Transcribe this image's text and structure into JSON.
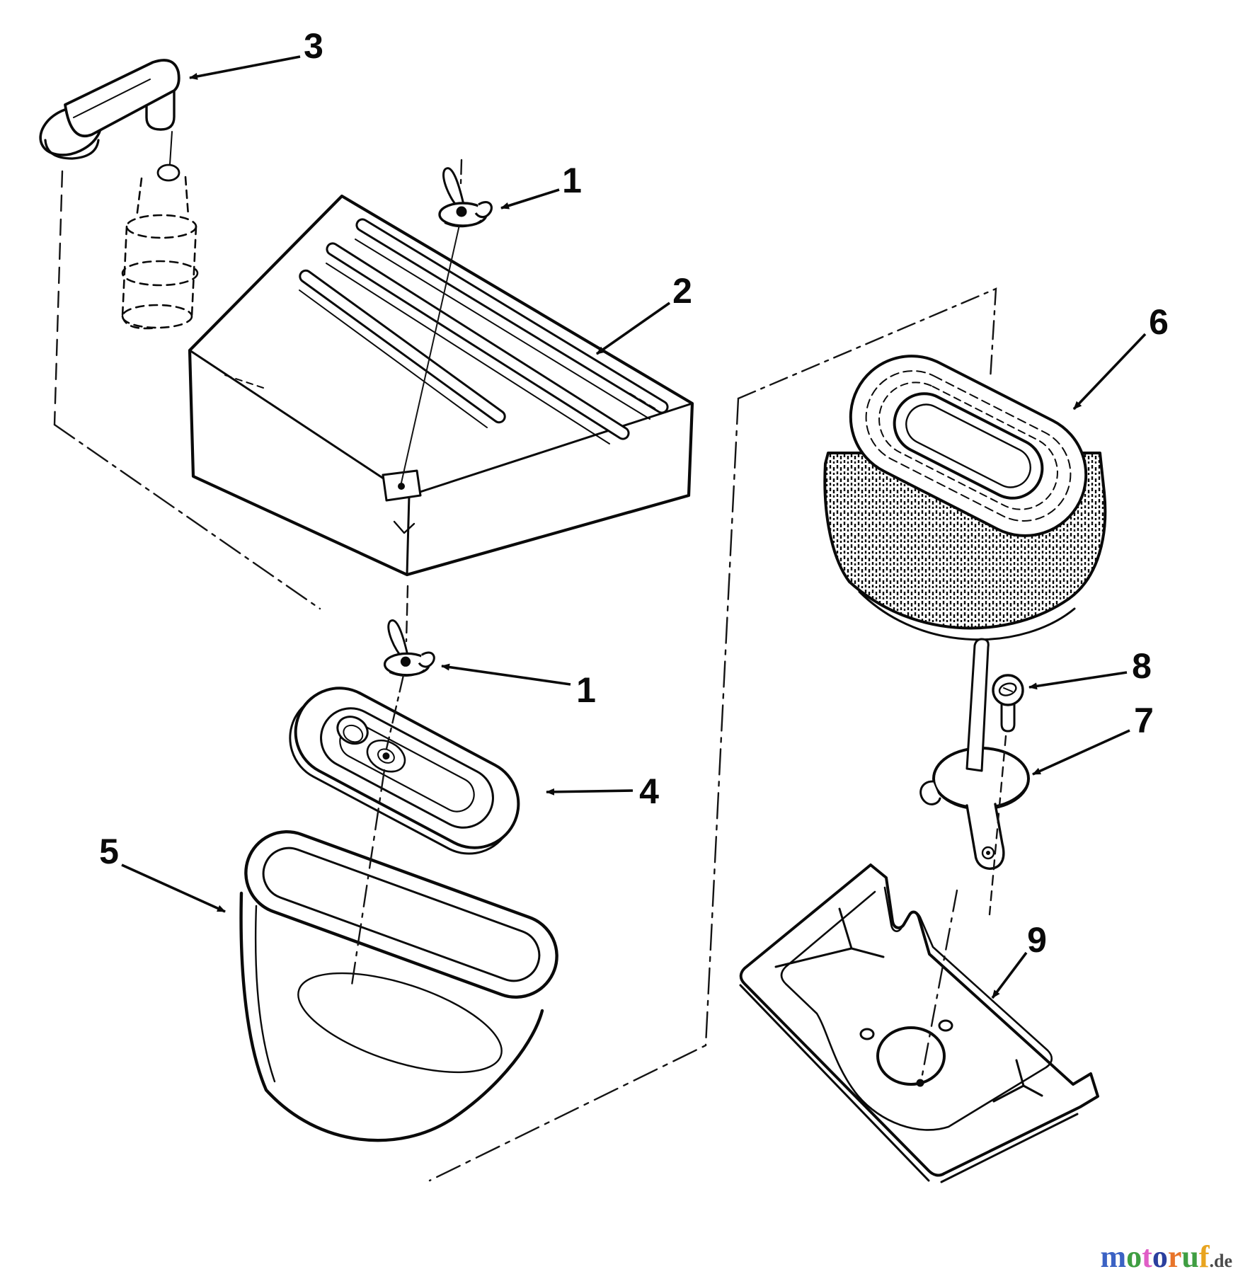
{
  "diagram": {
    "background_color": "#ffffff",
    "ink_color": "#0a0a0a",
    "callouts": [
      {
        "label": "3"
      },
      {
        "label": "1"
      },
      {
        "label": "2"
      },
      {
        "label": "1"
      },
      {
        "label": "4"
      },
      {
        "label": "5"
      },
      {
        "label": "6"
      },
      {
        "label": "8"
      },
      {
        "label": "7"
      },
      {
        "label": "9"
      }
    ],
    "watermark": {
      "letters": [
        {
          "ch": "m",
          "color": "#3b62c4"
        },
        {
          "ch": "o",
          "color": "#3f9e42"
        },
        {
          "ch": "t",
          "color": "#e05ec6"
        },
        {
          "ch": "o",
          "color": "#2b3f9e"
        },
        {
          "ch": "r",
          "color": "#e8742a"
        },
        {
          "ch": "u",
          "color": "#3f9e42"
        },
        {
          "ch": "f",
          "color": "#e8a41f"
        }
      ],
      "suffix": ".de",
      "suffix_color": "#4a4a4a"
    }
  }
}
